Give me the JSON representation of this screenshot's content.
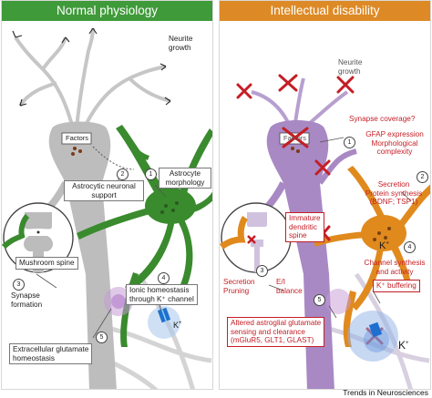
{
  "left": {
    "title": "Normal physiology",
    "neurite_growth": "Neurite\ngrowth",
    "factors": "Factors",
    "astro_support": "Astrocytic neuronal\nsupport",
    "astro_morph": "Astrocyte\nmorphology",
    "mushroom": "Mushroom spine",
    "synapse_formation": "Synapse\nformation",
    "ionic": "Ionic homeostasis\nthrough K⁺ channel",
    "extracellular": "Extracellular glutamate\nhomeostasis",
    "k_plus": "K",
    "nums": [
      "1",
      "2",
      "3",
      "4",
      "5"
    ]
  },
  "right": {
    "title": "Intellectual disability",
    "neurite_growth": "Neurite\ngrowth",
    "factors": "Factors",
    "synapse_coverage": "Synapse coverage?",
    "gfap": "GFAP expression\nMorphological\ncomplexity",
    "secretion_right": "Secretion\nProtein synthesis\n(BDNF; TSP1)",
    "immature": "Immature\ndendritic\nspine",
    "secretion_pruning": "Secretion\nPruning",
    "ei_balance": "E/I\nbalance",
    "channel": "Channel synthesis\nand activity",
    "k_buffering": "K⁺ buffering",
    "altered": "Altered astroglial glutamate\nsensing and clearance\n(mGluR5, GLT1, GLAST)",
    "k_plus": "K",
    "nums": [
      "1",
      "2",
      "3",
      "4",
      "5"
    ]
  },
  "credit": "Trends in Neurosciences",
  "colors": {
    "green_header": "#3f9a3a",
    "orange_header": "#dd8a26",
    "astrocyte_green": "#3a8a2e",
    "astrocyte_orange": "#e08a1e",
    "neuron_gray": "#b9b9b9",
    "neuron_purple": "#a889c4",
    "cross_red": "#c41e25",
    "channel_blue": "#1f6fd0"
  }
}
